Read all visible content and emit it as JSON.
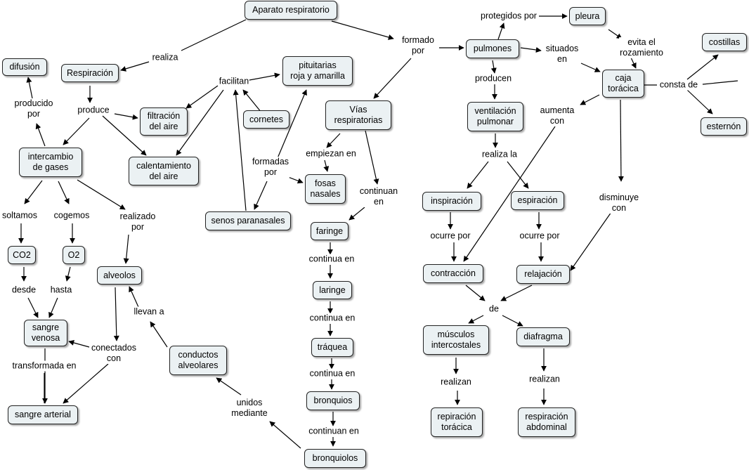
{
  "concepts": {
    "aparato": "Aparato respiratorio",
    "respiracion": "Respiración",
    "difusion": "difusión",
    "filtracion": "filtración\ndel aire",
    "calentamiento": "calentamiento\ndel aire",
    "intercambio": "intercambio\nde gases",
    "co2": "CO2",
    "o2": "O2",
    "alveolos": "alveolos",
    "sangre_venosa": "sangre\nvenosa",
    "sangre_arterial": "sangre arterial",
    "conductos": "conductos\nalveolares",
    "pituitarias": "pituitarias\nroja y amarilla",
    "cornetes": "cornetes",
    "senos": "senos paranasales",
    "fosas": "fosas\nnasales",
    "vias": "Vías\nrespiratorias",
    "faringe": "faringe",
    "laringe": "laringe",
    "traquea": "tráquea",
    "bronquios": "bronquios",
    "bronquiolos": "bronquiolos",
    "pulmones": "pulmones",
    "pleura": "pleura",
    "ventilacion": "ventilación\npulmonar",
    "inspiracion": "inspiración",
    "espiracion": "espiración",
    "contraccion": "contracción",
    "relajacion": "relajación",
    "musculos": "músculos\nintercostales",
    "diafragma": "diafragma",
    "resp_toracica": "repiración\ntorácica",
    "resp_abdominal": "respiración\nabdominal",
    "caja": "caja\ntorácica",
    "costillas": "costillas",
    "esternon": "esternón"
  },
  "links": {
    "realiza": "realiza",
    "formado_por": "formado\npor",
    "produce": "produce",
    "producido_por": "producido\npor",
    "facilitan": "facilitan",
    "formadas_por": "formadas\npor",
    "soltamos": "soltamos",
    "cogemos": "cogemos",
    "realizado_por": "realizado\npor",
    "desde": "desde",
    "hasta": "hasta",
    "transformada_en": "transformada en",
    "conectados_con": "conectados\ncon",
    "llevan_a": "llevan a",
    "unidos_mediante": "unidos\nmediante",
    "empiezan_en": "empiezan en",
    "continuan_en_vias": "continuan\nen",
    "continua_en_1": "continua en",
    "continua_en_2": "continua en",
    "continua_en_3": "continua en",
    "continuan_en_bronq": "continuan en",
    "protegidos_por": "protegidos por",
    "producen": "producen",
    "situados_en": "situados\nen",
    "evita": "evita el\nrozamiento",
    "consta_de": "consta de",
    "aumenta_con": "aumenta\ncon",
    "disminuye_con": "disminuye\ncon",
    "realiza_la": "realiza la",
    "ocurre_por_1": "ocurre por",
    "ocurre_por_2": "ocurre por",
    "de": "de",
    "realizan_1": "realizan",
    "realizan_2": "realizan"
  }
}
